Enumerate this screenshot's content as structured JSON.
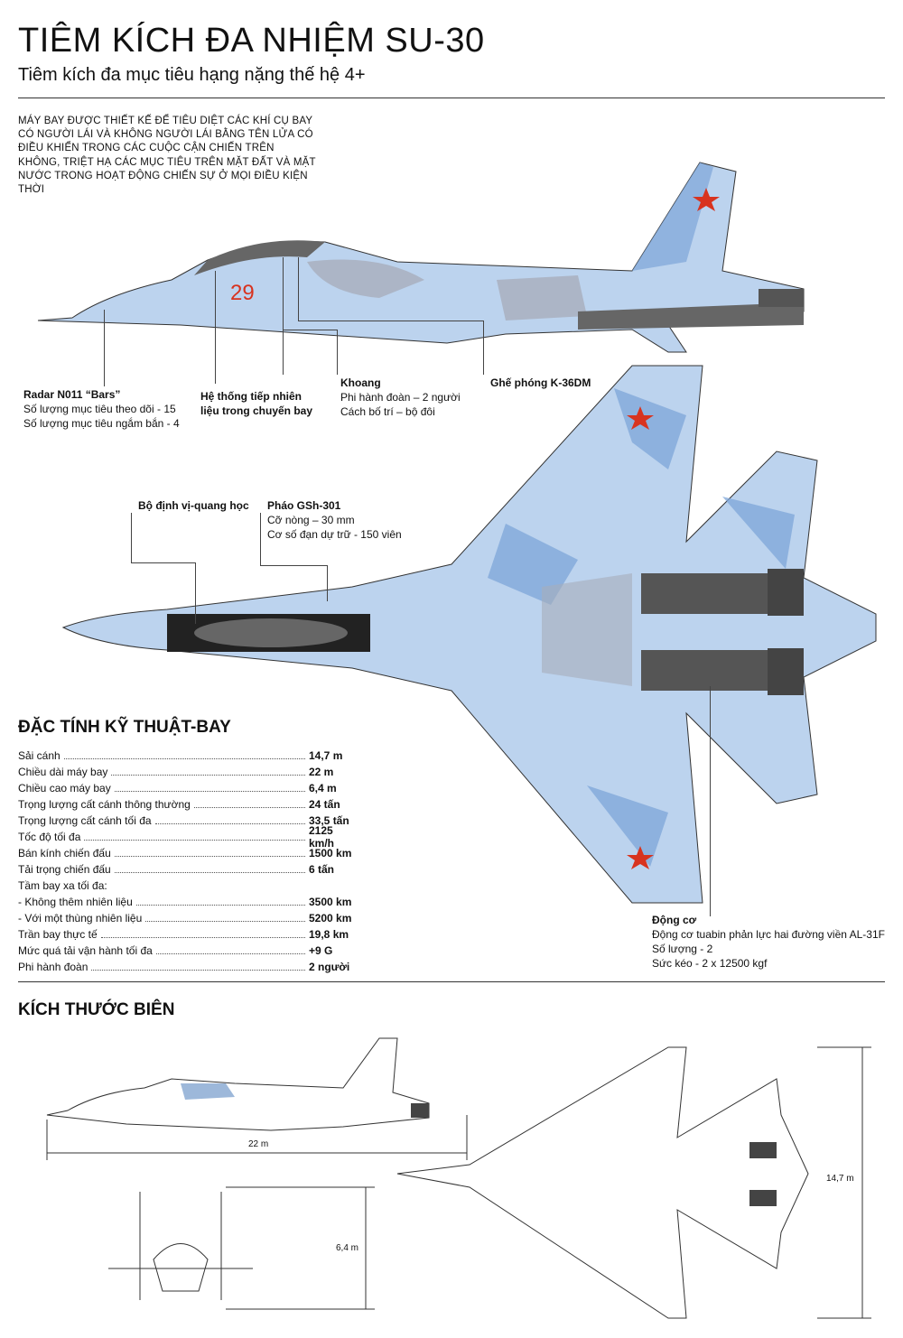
{
  "header": {
    "title": "TIÊM KÍCH ĐA NHIỆM SU-30",
    "subtitle": "Tiêm kích đa mục tiêu hạng nặng thế hệ 4+"
  },
  "intro": "Máy bay được thiết kế để tiêu diệt các khí cụ  bay có người lái và không người lái bằng tên lửa có điều khiển trong các cuộc cận chiến trên không, triệt hạ các mục tiêu trên mặt đất và mặt nước trong hoạt động chiến sự ở mọi điều kiện thời",
  "aircraft": {
    "tail_number": "29"
  },
  "callouts": {
    "radar": {
      "title": "Radar N011 “Bars”",
      "lines": [
        "Số lượng mục tiêu theo dõi - 15",
        "Số lượng mục tiêu ngắm bắn - 4"
      ]
    },
    "refuel": {
      "lines": [
        "Hệ thống tiếp nhiên",
        "liệu trong chuyến bay"
      ]
    },
    "cockpit": {
      "title": "Khoang",
      "lines": [
        "Phi hành đoàn – 2 người",
        "Cách bố trí – bộ đôi"
      ]
    },
    "seat": {
      "title": "Ghế phóng K-36DM"
    },
    "optical": {
      "title": "Bộ định vị-quang học"
    },
    "gun": {
      "title": "Pháo GSh-301",
      "lines": [
        "Cỡ nòng – 30 mm",
        "Cơ số đạn dự trữ - 150 viên"
      ]
    },
    "engine": {
      "title": "Động cơ",
      "lines": [
        "Động cơ tuabin phản lực hai đường viền AL-31F",
        "Số lượng - 2",
        "Sức kéo  - 2 x 12500 kgf"
      ]
    }
  },
  "specs": {
    "heading": "ĐẶC TÍNH KỸ THUẬT-BAY",
    "rows": [
      {
        "label": "Sải cánh",
        "value": "14,7 m"
      },
      {
        "label": "Chiều dài máy bay",
        "value": "22 m"
      },
      {
        "label": "Chiều cao máy bay",
        "value": "6,4 m"
      },
      {
        "label": "Trọng lượng cất cánh thông thường",
        "value": "24 tấn"
      },
      {
        "label": "Trọng lượng cất cánh tối đa",
        "value": "33,5 tấn"
      },
      {
        "label": "Tốc độ tối đa",
        "value": "2125 km/h"
      },
      {
        "label": "Bán kính chiến đấu",
        "value": "1500 km"
      },
      {
        "label": "Tải trọng chiến đấu",
        "value": "6 tấn"
      },
      {
        "label": "Tầm bay xa tối đa:",
        "value": ""
      },
      {
        "label": "- Không thêm nhiên liệu",
        "value": "3500 km"
      },
      {
        "label": "- Với một thùng nhiên liệu",
        "value": "5200 km"
      },
      {
        "label": "Trần bay thực tế",
        "value": "19,8 km"
      },
      {
        "label": "Mức quá tải vận hành tối đa",
        "value": "+9 G"
      },
      {
        "label": "Phi hành đoàn",
        "value": "2 người"
      }
    ]
  },
  "dimensions": {
    "heading": "KÍCH THƯỚC BIÊN",
    "length": "22 m",
    "wingspan": "14,7 m",
    "height": "6,4 m"
  },
  "colors": {
    "light_blue": "#bcd3ee",
    "mid_blue": "#7ea5d8",
    "gray": "#a7aebb",
    "star": "#d8331f"
  }
}
